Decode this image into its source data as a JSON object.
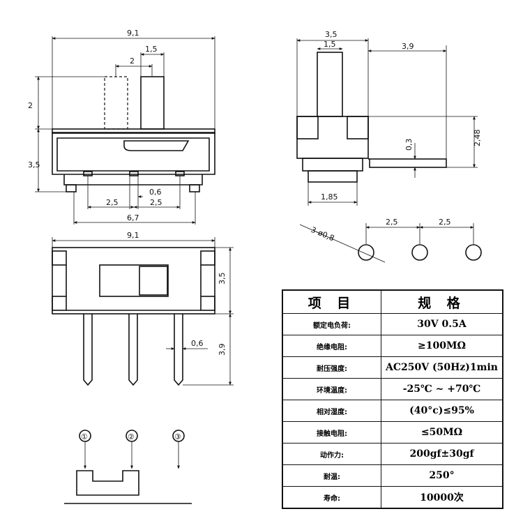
{
  "dims": {
    "top_width": "9,1",
    "top_1_5": "1,5",
    "top_2": "2",
    "left_2": "2",
    "left_3_5": "3,5",
    "bottom_0_6": "0,6",
    "bottom_2_5_a": "2,5",
    "bottom_2_5_b": "2,5",
    "bottom_6_7": "6,7",
    "side_3_5": "3,5",
    "side_1_5": "1,5",
    "side_3_9": "3,9",
    "side_0_3": "0,3",
    "side_2_48": "2,48",
    "side_1_85": "1,85",
    "hole_dia": "3-ø0,8",
    "hole_pitch_a": "2,5",
    "hole_pitch_b": "2,5",
    "front_width": "9,1",
    "front_3_5": "3,5",
    "front_0_6": "0,6",
    "front_3_9": "3,9"
  },
  "pins": [
    "①",
    "②",
    "③"
  ],
  "table": {
    "header_item": "项 目",
    "header_spec": "规 格",
    "rows": [
      {
        "label": "额定电负荷:",
        "value": "30V 0.5A"
      },
      {
        "label": "绝缘电阻:",
        "value": "≥100MΩ"
      },
      {
        "label": "耐压强度:",
        "value": "AC250V (50Hz)1min"
      },
      {
        "label": "环境温度:",
        "value": "-25℃ ~ +70℃"
      },
      {
        "label": "相对湿度:",
        "value": "(40°c)≤95%"
      },
      {
        "label": "接触电阻:",
        "value": "≤50MΩ"
      },
      {
        "label": "动作力:",
        "value": "200gf±30gf"
      },
      {
        "label": "耐温:",
        "value": "250°"
      },
      {
        "label": "寿命:",
        "value": "10000次"
      }
    ]
  }
}
